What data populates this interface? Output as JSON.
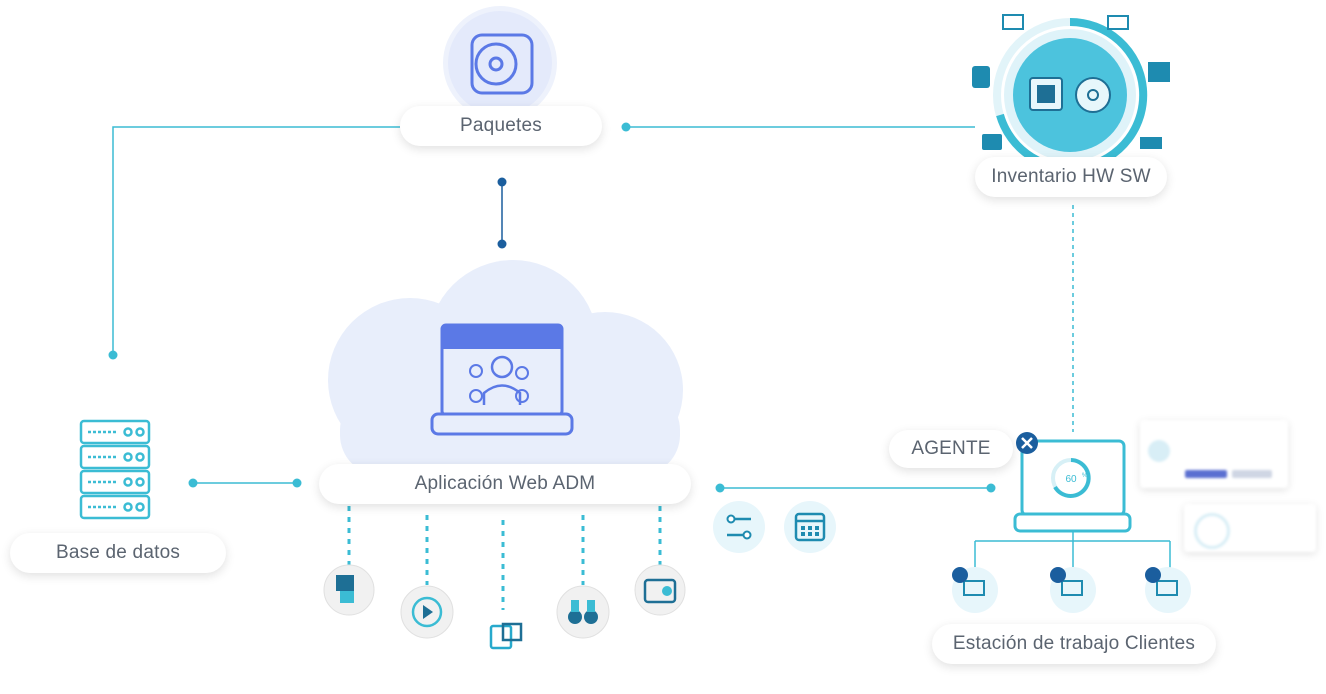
{
  "nodes": {
    "paquetes": "Paquetes",
    "inventario": "Inventario HW SW",
    "aplicacion": "Aplicación Web ADM",
    "base_datos": "Base de datos",
    "agente": "AGENTE",
    "estacion": "Estación de trabajo Clientes"
  },
  "gauge": {
    "value": "60",
    "unit": "%"
  },
  "colors": {
    "line": "#3bbcd4",
    "dark_dot": "#1b5e9e",
    "cloud": "#e8eefb",
    "icon_blue": "#5b79e6",
    "icon_teal": "#27a9cc"
  }
}
